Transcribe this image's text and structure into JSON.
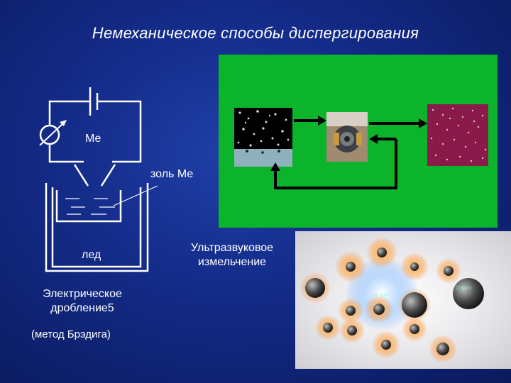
{
  "title": "Немеханическое способы диспергирования",
  "labels": {
    "me": "Ме",
    "sol": "золь Ме",
    "ice": "лед",
    "electric_line1": "Электрическое",
    "electric_line2": "дробление5",
    "method": "(метод Брэдига)",
    "ultrasound_line1": "Ультразвуковое",
    "ultrasound_line2": "измельчение",
    "micro_tag1": "Cl 300 x",
    "micro_tag2": "nC 300 x"
  },
  "colors": {
    "background": "#132a86",
    "panel_green": "#0bb42a",
    "line": "#ffffff",
    "arrow": "#000000",
    "sol_swatch": "#8a1a4a"
  }
}
